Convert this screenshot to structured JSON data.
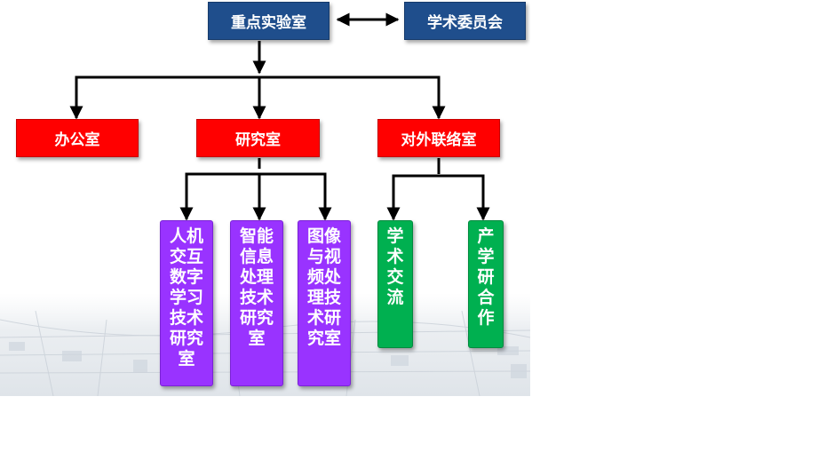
{
  "top": {
    "lab": "重点实验室",
    "committee": "学术委员会"
  },
  "departments": {
    "office": "办公室",
    "research": "研究室",
    "external": "对外联络室"
  },
  "research_groups": [
    {
      "label": "人机交互数字学习技术研究室"
    },
    {
      "label": "智能信息处理技术研究室"
    },
    {
      "label": "图像与视频处理技术研究室"
    }
  ],
  "external_groups": [
    {
      "label": "学术交流"
    },
    {
      "label": "产学研合作"
    }
  ],
  "colors": {
    "navy": "#1f4e8c",
    "red": "#ff0000",
    "purple": "#9933ff",
    "green": "#00b050",
    "connector": "#000000"
  }
}
